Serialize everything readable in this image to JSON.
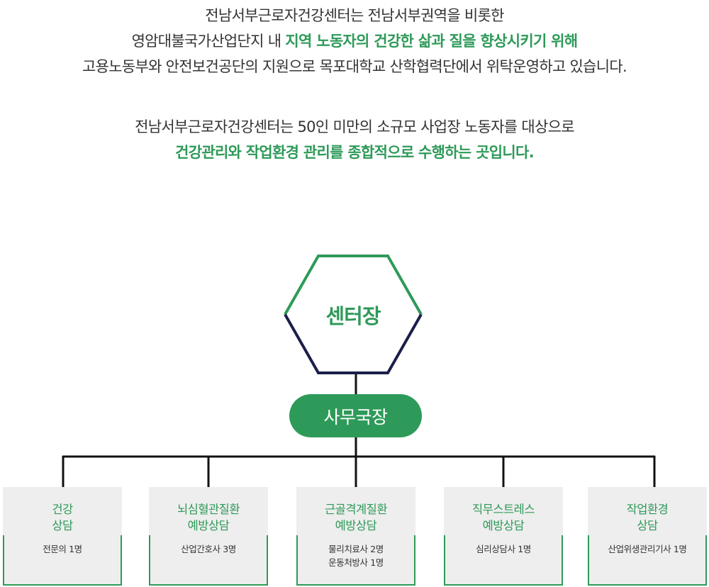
{
  "intro": {
    "line1": "전남서부근로자건강센터는 전남서부권역을 비롯한",
    "line2_plain": "영암대불국가산업단지 내 ",
    "line2_highlight": "지역 노동자의 건강한 삶과 질을 향상시키기 위해",
    "line3": "고용노동부와 안전보건공단의 지원으로 목포대학교 산학협력단에서 위탁운영하고 있습니다.",
    "line4": "전남서부근로자건강센터는 50인 미만의 소규모 사업장 노동자를 대상으로",
    "line5_highlight": "건강관리와 작업환경 관리를 종합적으로 수행하는 곳입니다."
  },
  "org": {
    "colors": {
      "green": "#2e9a59",
      "navy": "#1c1f4a",
      "line": "#111111",
      "box_bg": "#eeeeee"
    },
    "director": "센터장",
    "secretary": "사무국장",
    "departments": [
      {
        "title": [
          "건강",
          "상담"
        ],
        "staff": [
          "전문의 1명"
        ]
      },
      {
        "title": [
          "뇌심혈관질환",
          "예방상담"
        ],
        "staff": [
          "산업간호사 3명"
        ]
      },
      {
        "title": [
          "근골격계질환",
          "예방상담"
        ],
        "staff": [
          "물리치료사 2명",
          "운동처방사 1명"
        ]
      },
      {
        "title": [
          "직무스트레스",
          "예방상담"
        ],
        "staff": [
          "심리상담사 1명"
        ]
      },
      {
        "title": [
          "작업환경",
          "상담"
        ],
        "staff": [
          "산업위생관리기사 1명"
        ]
      }
    ]
  }
}
